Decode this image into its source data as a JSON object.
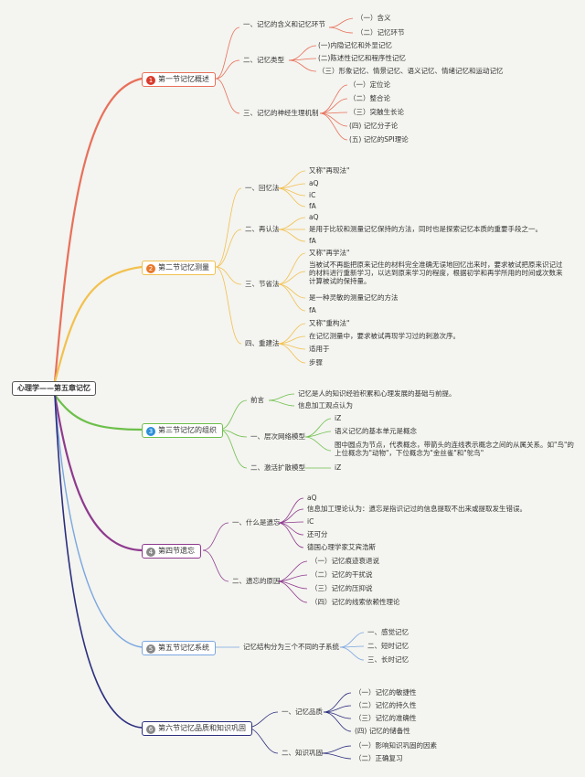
{
  "root": {
    "title": "心理学——第五章记忆"
  },
  "colors": {
    "s1": "#e8705a",
    "s2": "#f2c14e",
    "s3": "#6cc04a",
    "s4": "#8e3a8e",
    "s5": "#7aa7e0",
    "s6": "#2b2f7e"
  },
  "s1": {
    "title": "第一节记忆概述",
    "badge": "1",
    "b1": "一、记忆的含义和记忆环节",
    "b1c1": "（一）含义",
    "b1c2": "（二）记忆环节",
    "b2": "二、记忆类型",
    "b2c1": "(一)内隐记忆和外显记忆",
    "b2c2": "(二)陈述性记忆和程序性记忆",
    "b2c3": "（三）形象记忆、情景记忆、语义记忆、情绪记忆和运动记忆",
    "b3": "三、记忆的神经生理机制",
    "b3c1": "（一）定位论",
    "b3c2": "（二）整合论",
    "b3c3": "（三）突触生长论",
    "b3c4": "(四) 记忆分子论",
    "b3c5": "(五) 记忆的SPI理论"
  },
  "s2": {
    "title": "第二节记忆测量",
    "badge": "2",
    "b1": "一、回忆法",
    "b1c1": "又称\"再现法\"",
    "b1c2": "aQ",
    "b1c3": "iC",
    "b1c4": "fA",
    "b2": "二、再认法",
    "b2c1": "aQ",
    "b2c2": "是用于比较和测量记忆保持的方法，同时也是探索记忆本质的重要手段之一。",
    "b2c3": "fA",
    "b3": "三、节省法",
    "b3c1": "又称\"再学法\"",
    "b3c2": "当被试不再能把原来记住的材料完全准确无误地回忆出来时，要求被试把原来识记过的材料进行重新学习，以达到原来学习的程度，根据初学和再学所用的时间或次数来计算被试的保持量。",
    "b3c3": "是一种灵敏的测量记忆的方法",
    "b3c4": "fA",
    "b4": "四、重建法",
    "b4c1": "又称\"重构法\"",
    "b4c2": "在记忆测量中，要求被试再现学习过的刺激次序。",
    "b4c3": "适用于",
    "b4c4": "步骤"
  },
  "s3": {
    "title": "第三节记忆的组织",
    "badge": "3",
    "b1": "前言",
    "b1c1": "记忆是人的知识经验积累和心理发展的基础与前提。",
    "b1c2": "信息加工观点认为",
    "b2": "一、层次网络模型",
    "b2c1": "iZ",
    "b2c2": "语义记忆的基本单元是概念",
    "b2c3": "图中圆点为节点，代表概念，带箭头的连线表示概念之间的从属关系。如\"鸟\"的上位概念为\"动物\"，下位概念为\"金丝雀\"和\"鸵鸟\"",
    "b3": "二、激活扩散模型",
    "b3c1": "iZ"
  },
  "s4": {
    "title": "第四节遗忘",
    "badge": "4",
    "b1": "一、什么是遗忘",
    "b1c1": "aQ",
    "b1c2": "信息加工理论认为：遗忘是指识记过的信息提取不出来或提取发生错误。",
    "b1c3": "iC",
    "b1c4": "还可分",
    "b1c5": "德国心理学家艾宾浩斯",
    "b2": "二、遗忘的原因",
    "b2c1": "（一）记忆痕迹衰退说",
    "b2c2": "（二）记忆的干扰说",
    "b2c3": "（三）记忆的压抑说",
    "b2c4": "（四）记忆的线索依赖性理论"
  },
  "s5": {
    "title": "第五节记忆系统",
    "badge": "5",
    "b1": "记忆结构分为三个不同的子系统",
    "b1c1": "一、感觉记忆",
    "b1c2": "二、短时记忆",
    "b1c3": "三、长时记忆"
  },
  "s6": {
    "title": "第六节记忆品质和知识巩固",
    "badge": "6",
    "b1": "一、记忆品质",
    "b1c1": "（一）记忆的敏捷性",
    "b1c2": "（二）记忆的持久性",
    "b1c3": "（三）记忆的准确性",
    "b1c4": "(四) 记忆的储备性",
    "b2": "二、知识巩固",
    "b2c1": "（一）影响知识巩固的因素",
    "b2c2": "（二）正确复习"
  }
}
